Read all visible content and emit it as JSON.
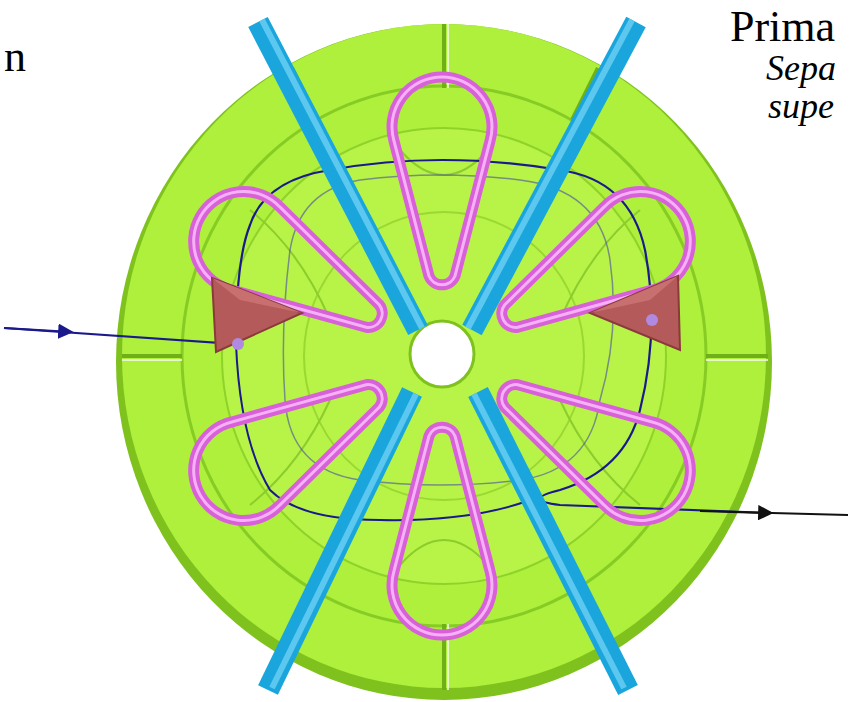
{
  "diagram": {
    "labels": [
      "n",
      "Prima",
      "Sepa supe"
    ]
  }
}
